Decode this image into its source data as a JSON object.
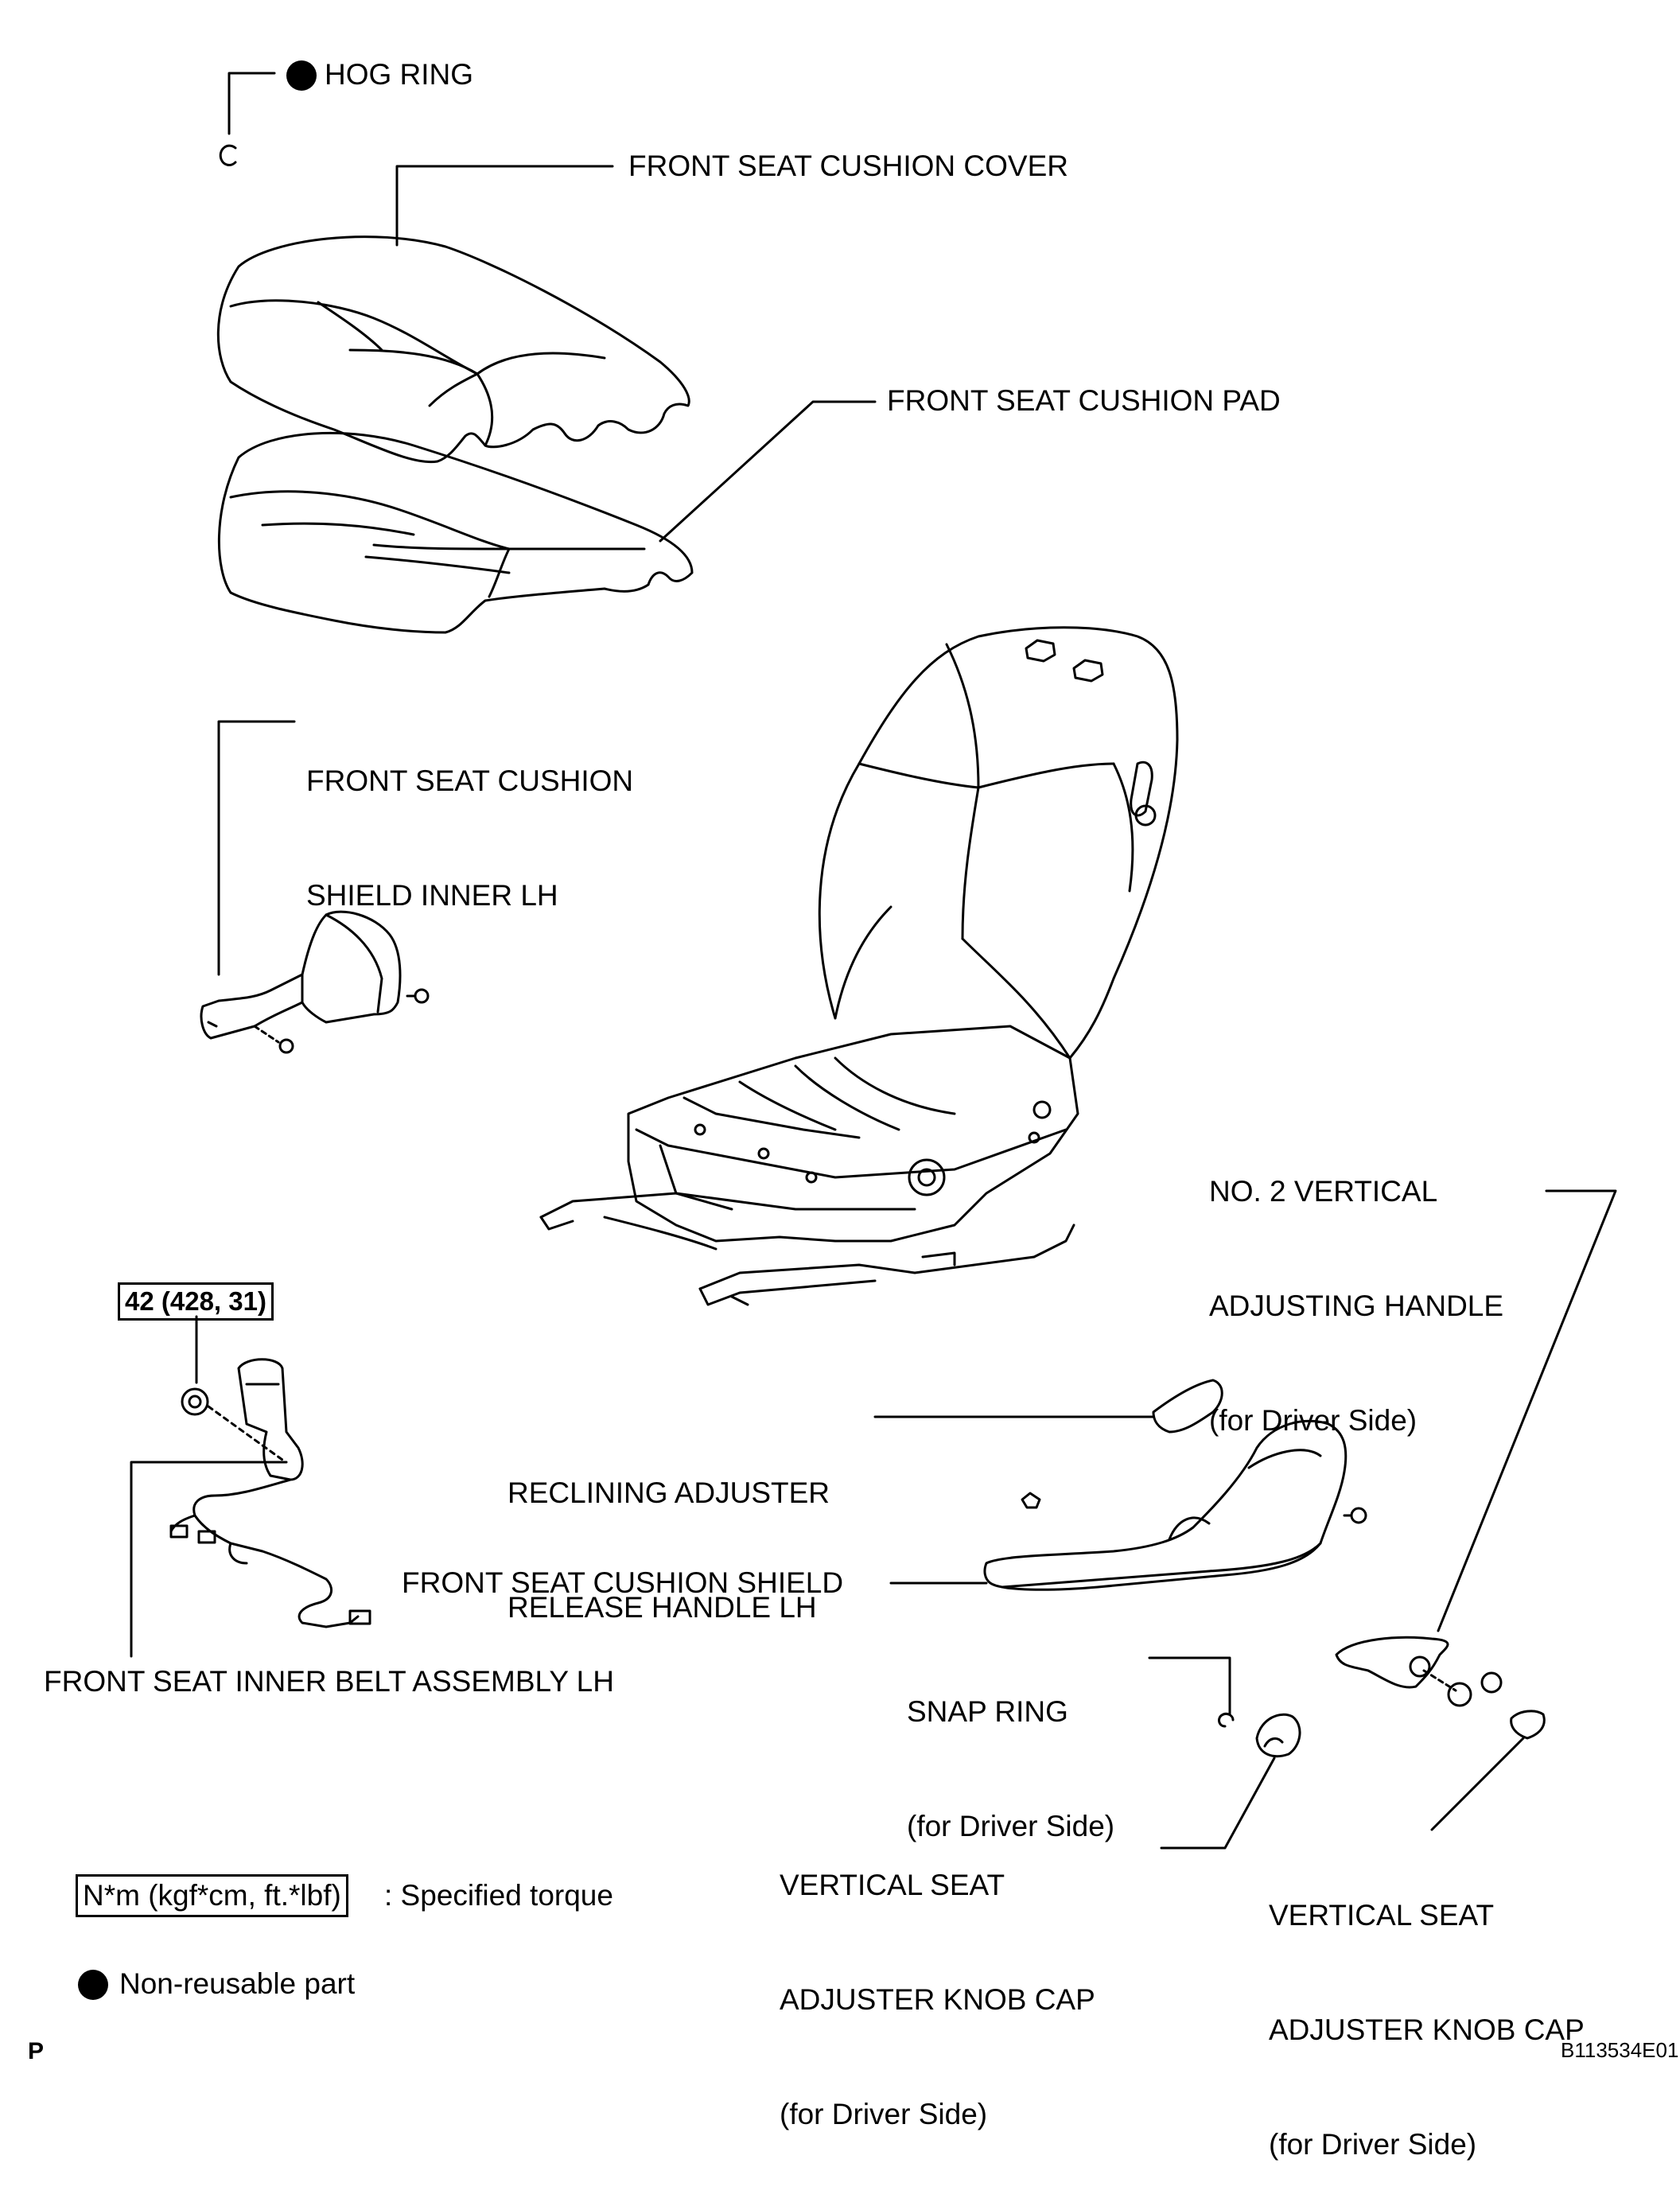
{
  "labels": {
    "hog_ring": "HOG RING",
    "cushion_cover": "FRONT SEAT CUSHION COVER",
    "cushion_pad": "FRONT SEAT CUSHION PAD",
    "shield_inner_1": "FRONT SEAT CUSHION",
    "shield_inner_2": "SHIELD INNER LH",
    "no2_handle_1": "NO. 2 VERTICAL",
    "no2_handle_2": "ADJUSTING HANDLE",
    "no2_handle_3": "(for Driver Side)",
    "torque_value": "42 (428, 31)",
    "reclining_1": "RECLINING ADJUSTER",
    "reclining_2": "RELEASE HANDLE LH",
    "cushion_shield": "FRONT SEAT CUSHION SHIELD",
    "snap_ring_1": "SNAP RING",
    "snap_ring_2": "(for Driver Side)",
    "inner_belt": "FRONT SEAT INNER BELT ASSEMBLY LH",
    "knob_cap_a_1": "VERTICAL SEAT",
    "knob_cap_a_2": "ADJUSTER KNOB CAP",
    "knob_cap_a_3": "(for Driver Side)",
    "knob_cap_b_1": "VERTICAL SEAT",
    "knob_cap_b_2": "ADJUSTER KNOB CAP",
    "knob_cap_b_3": "(for Driver Side)"
  },
  "legend": {
    "torque_unit": "N*m (kgf*cm, ft.*lbf)",
    "torque_desc": ": Specified torque",
    "nonreusable": "Non-reusable part"
  },
  "footer": {
    "corner_letter": "P",
    "figure_id": "B113534E01"
  }
}
